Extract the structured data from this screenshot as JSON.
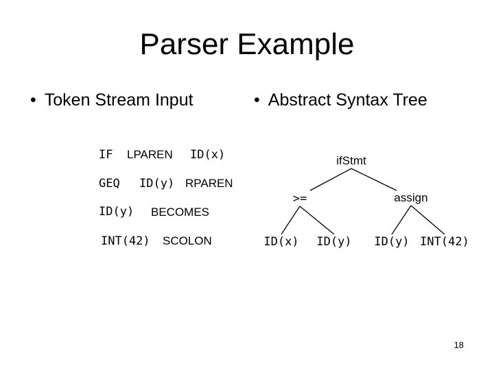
{
  "slide": {
    "title": "Parser Example",
    "bullets": [
      {
        "text": "Token Stream Input"
      },
      {
        "text": "Abstract Syntax Tree"
      }
    ],
    "bullet_glyph": "•",
    "page_number": "18"
  },
  "tokens": [
    {
      "text": "IF"
    },
    {
      "text": "LPAREN"
    },
    {
      "text": "ID(x)"
    },
    {
      "text": "GEQ"
    },
    {
      "text": "ID(y)"
    },
    {
      "text": "RPAREN"
    },
    {
      "text": "ID(y)"
    },
    {
      "text": "BECOMES"
    },
    {
      "text": "INT(42)"
    },
    {
      "text": "SCOLON"
    }
  ],
  "tree": {
    "nodes": [
      {
        "id": "ifstmt",
        "label": "ifStmt"
      },
      {
        "id": "geq",
        "label": ">="
      },
      {
        "id": "assign",
        "label": "assign"
      },
      {
        "id": "idx",
        "label": "ID(x)"
      },
      {
        "id": "idy1",
        "label": "ID(y)"
      },
      {
        "id": "idy2",
        "label": "ID(y)"
      },
      {
        "id": "int42",
        "label": "INT(42)"
      }
    ],
    "edges": [
      [
        "ifstmt",
        "geq"
      ],
      [
        "ifstmt",
        "assign"
      ],
      [
        "geq",
        "idx"
      ],
      [
        "geq",
        "idy1"
      ],
      [
        "assign",
        "idy2"
      ],
      [
        "assign",
        "int42"
      ]
    ]
  }
}
